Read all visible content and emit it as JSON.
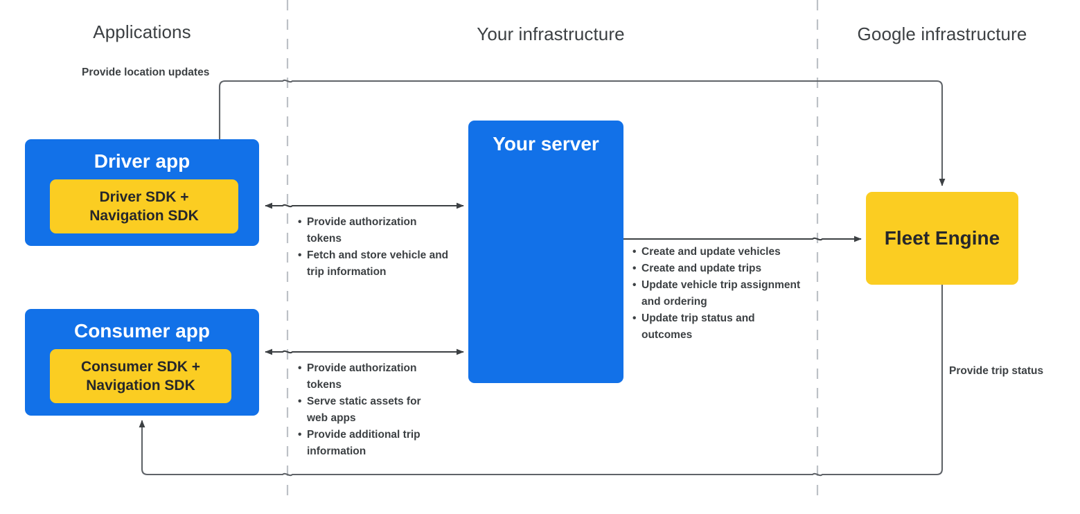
{
  "zones": [
    {
      "id": "applications",
      "label": "Applications"
    },
    {
      "id": "your-infrastructure",
      "label": "Your infrastructure"
    },
    {
      "id": "google-infrastructure",
      "label": "Google infrastructure"
    }
  ],
  "nodes": {
    "driver_app": {
      "title": "Driver app",
      "sdk_line1": "Driver SDK +",
      "sdk_line2": "Navigation SDK"
    },
    "consumer_app": {
      "title": "Consumer app",
      "sdk_line1": "Consumer SDK +",
      "sdk_line2": "Navigation SDK"
    },
    "your_server": {
      "title": "Your server"
    },
    "fleet_engine": {
      "title": "Fleet Engine"
    }
  },
  "edges": {
    "location_updates": {
      "label": "Provide location updates"
    },
    "trip_status": {
      "label": "Provide trip status"
    },
    "driver_to_server": {
      "items": [
        "Provide authorization tokens",
        "Fetch and store vehicle and trip information"
      ]
    },
    "consumer_to_server": {
      "items": [
        "Provide authorization tokens",
        "Serve static assets for web apps",
        "Provide additional trip information"
      ]
    },
    "server_to_fleet_engine": {
      "items": [
        "Create and update vehicles",
        "Create and update trips",
        "Update vehicle trip assignment and ordering",
        "Update trip status and outcomes"
      ]
    }
  },
  "colors": {
    "app_blue": "#1271e8",
    "sdk_yellow": "#fbcd22",
    "fleet_yellow": "#fbcd22",
    "line": "#5f6368",
    "divider": "#bdc1c6",
    "text_dark": "#3c4043",
    "text_light": "#ffffff"
  }
}
